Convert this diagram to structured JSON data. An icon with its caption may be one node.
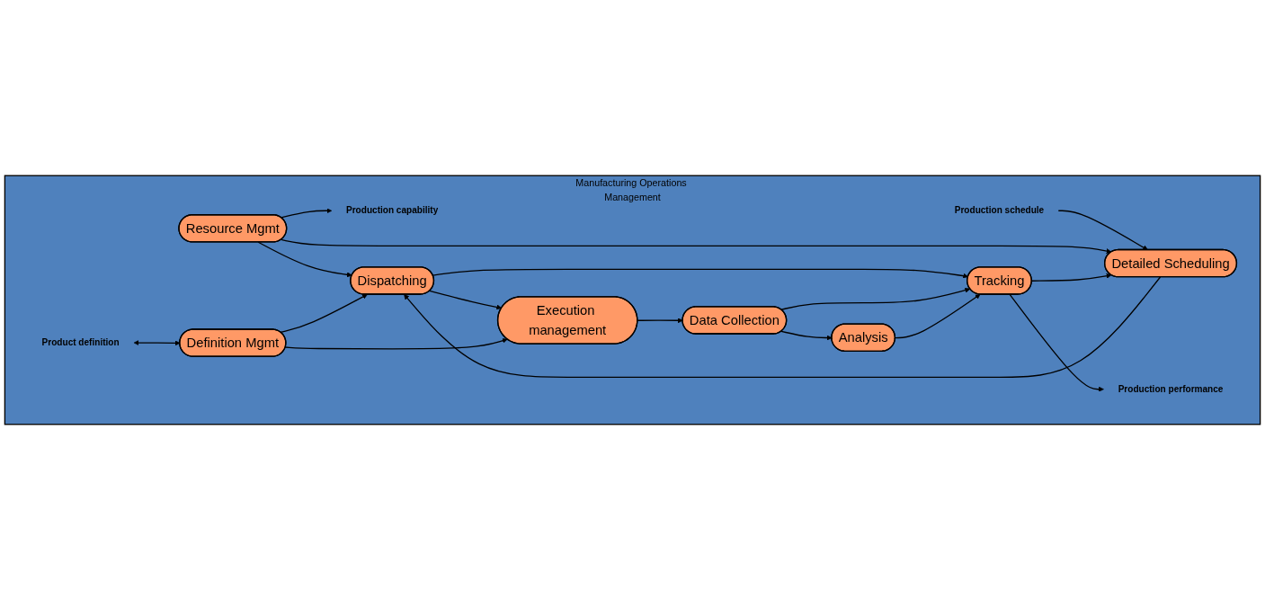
{
  "diagram": {
    "nodes": [
      {
        "text": [
          "Manufacturing Operations Management"
        ]
      },
      {
        "text": [
          "Product definition"
        ],
        "in": 0
      },
      {
        "text": [
          "Production capability"
        ],
        "in": 0
      },
      {
        "text": [
          "Production schedule"
        ],
        "in": 0
      },
      {
        "text": [
          "Production performance"
        ],
        "in": 0
      },
      {
        "text": [
          "Detailed Scheduling"
        ],
        "in": 0
      },
      {
        "text": [
          "Resource Mgmt"
        ],
        "in": 0
      },
      {
        "text": [
          "Tracking"
        ],
        "in": 0
      },
      {
        "text": [
          "Dispatching"
        ],
        "in": 0
      },
      {
        "text": [
          "Analysis"
        ],
        "in": 0
      },
      {
        "text": [
          "Definition Mgmt"
        ],
        "in": 0
      },
      {
        "text": [
          "Data Collection"
        ],
        "in": 0
      },
      {
        "text": [
          "Execution management"
        ],
        "in": 0
      }
    ],
    "edges": [
      {
        "from": 1,
        "to": 10,
        "arrow": "both"
      },
      {
        "from": 6,
        "to": 2,
        "arrow": "to"
      },
      {
        "from": 3,
        "to": 5,
        "arrow": "to"
      },
      {
        "from": 7,
        "to": 4,
        "arrow": "to"
      },
      {
        "from": 6,
        "to": 5,
        "arrow": "to"
      },
      {
        "from": 7,
        "to": 5,
        "arrow": "to"
      },
      {
        "from": 5,
        "to": 8,
        "arrow": "to"
      },
      {
        "from": 6,
        "to": 8,
        "arrow": "to"
      },
      {
        "from": 10,
        "to": 8,
        "arrow": "to"
      },
      {
        "from": 8,
        "to": 12,
        "arrow": "to"
      },
      {
        "from": 10,
        "to": 12,
        "arrow": "to"
      },
      {
        "from": 8,
        "to": 7,
        "arrow": "to"
      },
      {
        "from": 12,
        "to": 11,
        "arrow": "to"
      },
      {
        "from": 11,
        "to": 7,
        "arrow": "to"
      },
      {
        "from": 11,
        "to": 9,
        "arrow": "to"
      },
      {
        "from": 9,
        "to": 7,
        "arrow": "to"
      }
    ]
  }
}
